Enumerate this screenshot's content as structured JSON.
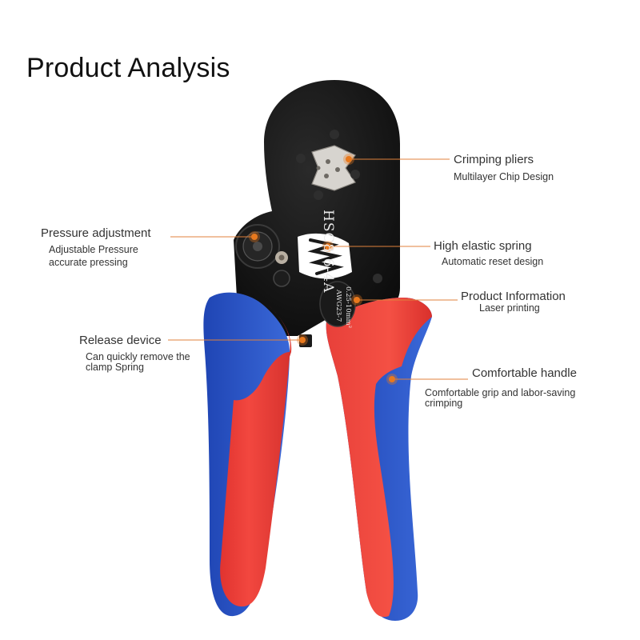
{
  "title": "Product Analysis",
  "colors": {
    "leader": "#e0823c",
    "dot": "#e8791e",
    "handle_red": "#ef3b36",
    "handle_blue": "#2f59c8",
    "head_black": "#141414"
  },
  "tool_markings": {
    "model": "HSC8  6-4A",
    "spec_1": "0.25-10mm²",
    "spec_2": "AWG23-7"
  },
  "callouts": [
    {
      "id": "crimping",
      "title": "Crimping pliers",
      "desc": [
        "Multilayer Chip Design"
      ]
    },
    {
      "id": "pressure",
      "title": "Pressure adjustment",
      "desc": [
        "Adjustable Pressure",
        "accurate pressing"
      ]
    },
    {
      "id": "spring",
      "title": "High elastic spring",
      "desc": [
        "Automatic reset design"
      ]
    },
    {
      "id": "info",
      "title": "Product Information",
      "desc": [
        "Laser printing"
      ]
    },
    {
      "id": "release",
      "title": "Release device",
      "desc": [
        "Can quickly remove the",
        "clamp Spring"
      ]
    },
    {
      "id": "handle",
      "title": "Comfortable handle",
      "desc": [
        "Comfortable grip and labor-saving",
        "crimping"
      ]
    }
  ]
}
